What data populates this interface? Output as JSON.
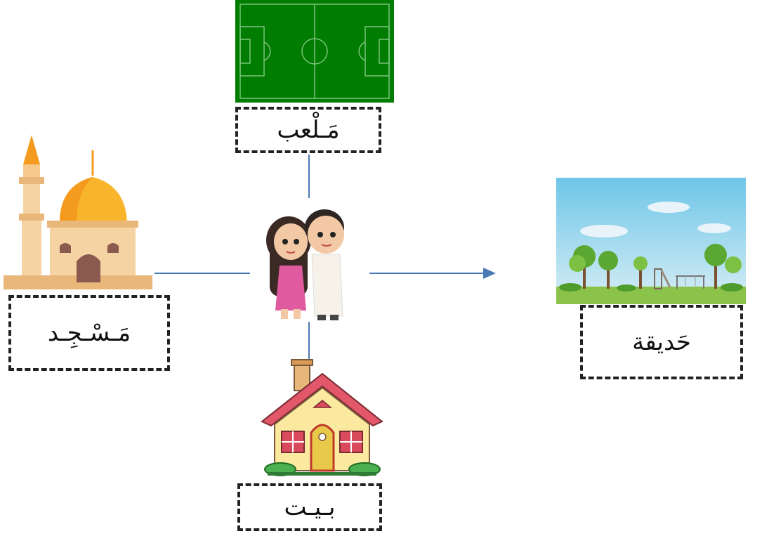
{
  "places": {
    "stadium": {
      "label": "مَـلْعب",
      "icon": "soccer-field-icon"
    },
    "mosque": {
      "label": "مَـسْـجِـد",
      "icon": "mosque-icon"
    },
    "park": {
      "label": "حَديقة",
      "icon": "park-icon"
    },
    "house": {
      "label": "بـيـت",
      "icon": "house-icon"
    }
  },
  "center": {
    "icon": "children-icon"
  },
  "colors": {
    "line": "#4a7ab5",
    "field": "#007c00",
    "dash": "#222222"
  }
}
